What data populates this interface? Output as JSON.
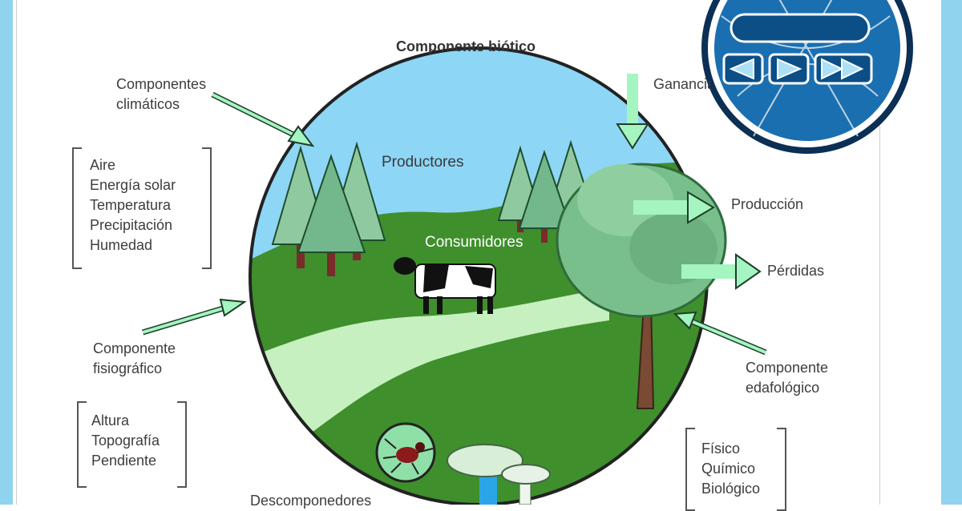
{
  "title": "Componente biótico",
  "labels": {
    "climaticos": "Componentes\nclimáticos",
    "productores": "Productores",
    "consumidores": "Consumidores",
    "ganancias": "Ganancias",
    "produccion": "Producción",
    "perdidas": "Pérdidas",
    "fisiografico": "Componente\nfisiográfico",
    "edafologico": "Componente\nedafológico",
    "descomponedores": "Descomponedores"
  },
  "lists": {
    "clima": [
      "Aire",
      "Energía solar",
      "Temperatura",
      "Precipitación",
      "Humedad"
    ],
    "fisio": [
      "Altura",
      "Topografía",
      "Pendiente"
    ],
    "edafo": [
      "Físico",
      "Químico",
      "Biológico"
    ]
  },
  "colors": {
    "sky": "#8ed6f5",
    "grass": "#3a8a2a",
    "river": "#c6f0c0",
    "arrow": "#a4f5c0",
    "badge": "#1a6fb0",
    "sidebar": "#8fd3ee"
  },
  "icons": {
    "nav": [
      "rewind-icon",
      "play-icon",
      "fast-forward-icon"
    ]
  }
}
